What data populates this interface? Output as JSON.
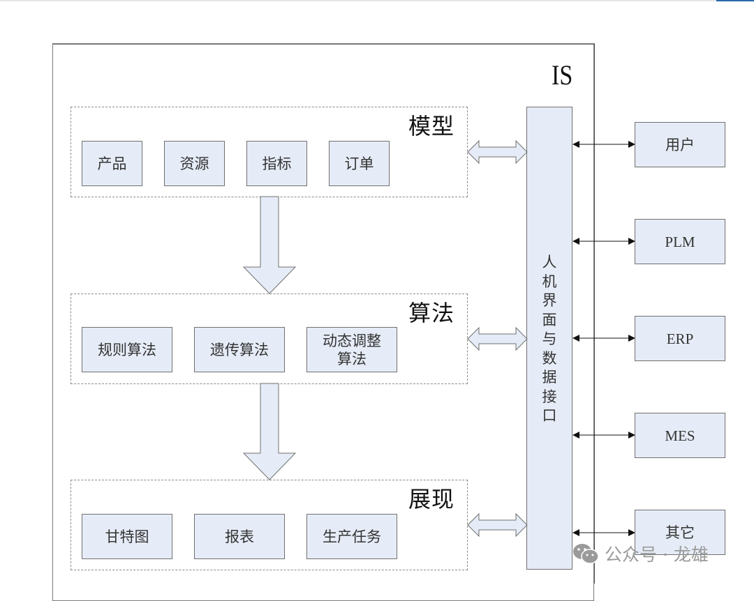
{
  "page": {
    "accent_color": "#2a6aa8",
    "box_fill": "#e6ecf7",
    "box_border": "#6f6f6f"
  },
  "diagram": {
    "system_label": "IS",
    "groups": [
      {
        "title": "模型",
        "items": [
          "产品",
          "资源",
          "指标",
          "订单"
        ]
      },
      {
        "title": "算法",
        "items": [
          "规则算法",
          "遗传算法",
          "动态调整\n算法"
        ]
      },
      {
        "title": "展现",
        "items": [
          "甘特图",
          "报表",
          "生产任务"
        ]
      }
    ],
    "interface_label": "人机界面与数据接口",
    "external_systems": [
      "用户",
      "PLM",
      "ERP",
      "MES",
      "其它"
    ],
    "flows": [
      {
        "from": "模型",
        "to": "算法",
        "type": "down-arrow"
      },
      {
        "from": "算法",
        "to": "展现",
        "type": "down-arrow"
      }
    ]
  },
  "watermark": {
    "icon": "wechat-icon",
    "text": "公众号 · 龙雄"
  }
}
